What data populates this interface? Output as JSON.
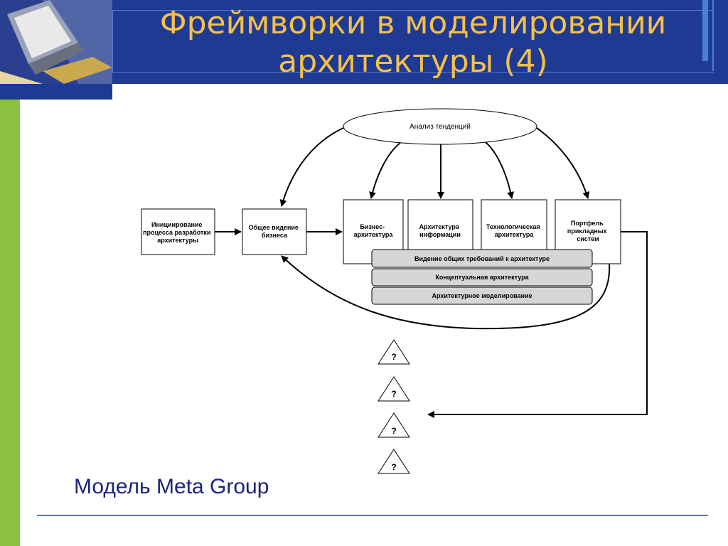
{
  "title": {
    "line1": "Фреймворки в моделировании",
    "line2": "архитектуры (4)"
  },
  "subtitle": "Модель Meta Group",
  "diagram": {
    "ellipse": "Анализ тенденций",
    "box_init": [
      "Инициирование",
      "процесса разработки",
      "архитектуры"
    ],
    "box_vision": [
      "Общее видение",
      "бизнеса"
    ],
    "box_business": [
      "Бизнес-",
      "архитектура"
    ],
    "box_info": [
      "Архитектура",
      "информации"
    ],
    "box_tech": [
      "Технологическая",
      "архитектура"
    ],
    "box_portfolio": [
      "Портфель",
      "прикладных",
      "систем"
    ],
    "bar_requirements": "Видение общих требований к архитектуре",
    "bar_conceptual": "Концептуальная архитектура",
    "bar_modeling": "Архитектурное моделирование",
    "question": "?"
  },
  "colors": {
    "header_bg": "#1f3a93",
    "title_color": "#f3c04b",
    "left_strip": "#8ac13f",
    "subtitle_color": "#1a237e",
    "bar_fill": "#d6d6d6"
  }
}
